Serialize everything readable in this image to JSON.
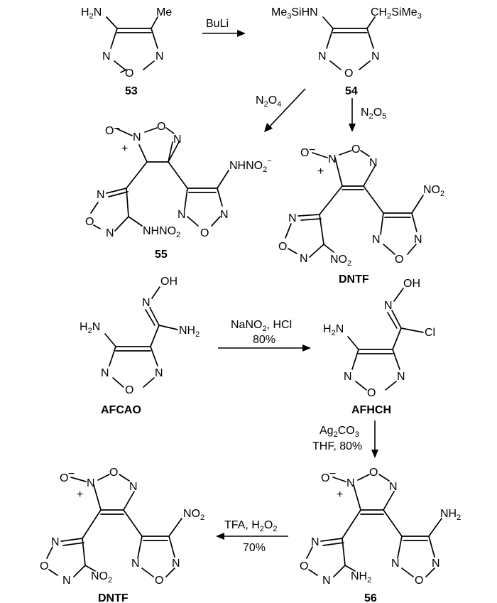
{
  "compounds": {
    "c53": "53",
    "c54": "54",
    "c55": "55",
    "dntf_top": "DNTF",
    "afcao": "AFCAO",
    "afhch": "AFHCH",
    "c56": "56",
    "dntf_bottom": "DNTF"
  },
  "reagents": {
    "buli": "BuLi",
    "n2o4": {
      "main": "N",
      "s1": "2",
      "mid": "O",
      "s2": "4"
    },
    "n2o5": {
      "main": "N",
      "s1": "2",
      "mid": "O",
      "s2": "5"
    },
    "nano2_hcl": {
      "a": "NaNO",
      "s": "2",
      "b": ", HCl"
    },
    "yield_80_a": "80%",
    "ag2co3": {
      "a": "Ag",
      "s1": "2",
      "b": "CO",
      "s2": "3"
    },
    "thf_80": "THF, 80%",
    "tfa_h2o2": {
      "a": "TFA, H",
      "s1": "2",
      "b": "O",
      "s2": "2"
    },
    "yield_70": "70%"
  },
  "atoms": {
    "N": "N",
    "O": "O",
    "minus": "−",
    "plus": "+",
    "h2n": {
      "a": "H",
      "s": "2",
      "b": "N"
    },
    "nh2": {
      "a": "NH",
      "s": "2"
    },
    "no2": {
      "a": "NO",
      "s": "2"
    },
    "me": "Me",
    "me3sihn": {
      "a": "Me",
      "s": "3",
      "b": "SiHN"
    },
    "ch2sime3": {
      "a": "CH",
      "s1": "2",
      "b": "SiMe",
      "s2": "3"
    },
    "nhno2": {
      "a": "NHNO",
      "s": "2"
    },
    "oh": "OH",
    "cl": "Cl"
  }
}
